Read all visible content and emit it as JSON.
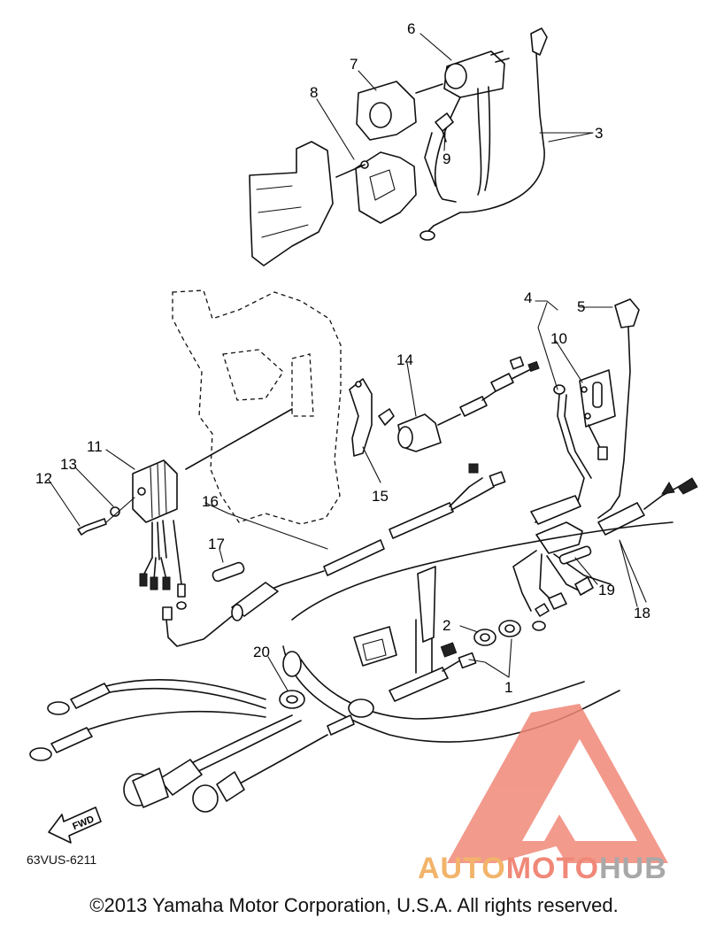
{
  "diagram": {
    "callouts": [
      "1",
      "2",
      "3",
      "4",
      "5",
      "6",
      "7",
      "8",
      "9",
      "10",
      "11",
      "12",
      "13",
      "14",
      "15",
      "16",
      "17",
      "18",
      "19",
      "20"
    ],
    "fwd_label": "FWD",
    "drawing_code": "63VUS-6211"
  },
  "watermark": {
    "brand_part1": "AUTO",
    "brand_part2": "MOTO",
    "brand_part3": "HUB",
    "colors": {
      "orange": "#f2b46a",
      "red": "#f08878",
      "gray": "#a8a8a8"
    }
  },
  "footer": {
    "copyright": "©2013 Yamaha Motor Corporation, U.S.A. All rights reserved."
  }
}
